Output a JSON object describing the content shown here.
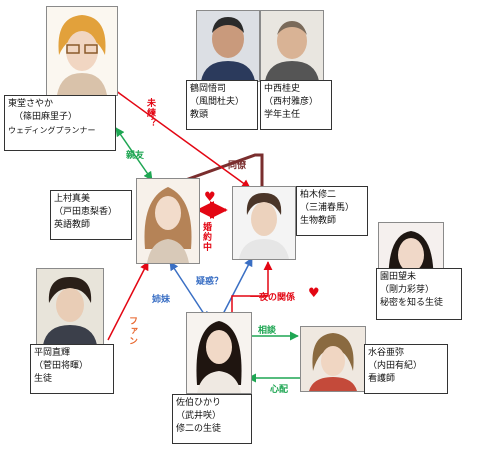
{
  "colors": {
    "red": "#e30613",
    "green": "#1fa653",
    "blue": "#3a6fc4",
    "brown": "#7a2e2e",
    "orange": "#e8652c",
    "border": "#333333"
  },
  "characters": [
    {
      "id": "todo",
      "lines": [
        "東堂さやか",
        "（篠田麻里子）",
        "ウェディングプランナー"
      ]
    },
    {
      "id": "tsuruoka",
      "lines": [
        "鶴岡悟司",
        "（風間杜夫）",
        "教頭"
      ]
    },
    {
      "id": "nakanishi",
      "lines": [
        "中西桂史",
        "（西村雅彦）",
        "学年主任"
      ]
    },
    {
      "id": "uemura",
      "lines": [
        "上村真美",
        "（戸田恵梨香）",
        "英語教師"
      ]
    },
    {
      "id": "kashiwagi",
      "lines": [
        "柏木修二",
        "（三浦春馬）",
        "生物教師"
      ]
    },
    {
      "id": "sonoda",
      "lines": [
        "園田望未",
        "（剛力彩芽）",
        "秘密を知る生徒"
      ]
    },
    {
      "id": "hiraoka",
      "lines": [
        "平岡直輝",
        "（菅田将暉）",
        "生徒"
      ]
    },
    {
      "id": "mizutani",
      "lines": [
        "水谷亜弥",
        "（内田有紀）",
        "看護師"
      ]
    },
    {
      "id": "saeki",
      "lines": [
        "佐伯ひかり",
        "（武井咲）",
        "修二の生徒"
      ]
    }
  ],
  "relations": {
    "miren": "未練？",
    "shinyu": "親友",
    "doryo": "同僚",
    "konyakuchu": "婚約中",
    "giwaku": "疑惑？",
    "shimai": "姉妹",
    "ichiya": "一夜の関係",
    "fan": "ファン",
    "sodan": "相談",
    "shinpai": "心配"
  },
  "symbols": {
    "heart": "♥"
  }
}
